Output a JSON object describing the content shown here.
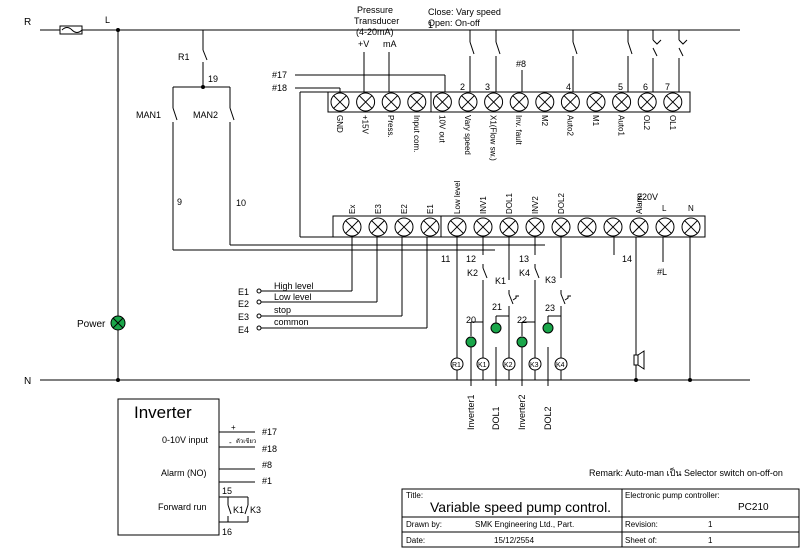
{
  "supply": {
    "line": "R",
    "neutral": "N",
    "live": "L",
    "wire_1": "1"
  },
  "relay": {
    "r1": "R1",
    "r1_node": "19",
    "man1": "MAN1",
    "man2": "MAN2",
    "wire_9": "9",
    "wire_10": "10"
  },
  "transducer": {
    "title_1": "Pressure",
    "title_2": "Transducer",
    "title_3": "(4-20mA)",
    "plus_v": "+V",
    "ma": "mA"
  },
  "mode": {
    "line1": "Close: Vary speed",
    "line2": "Open: On-off"
  },
  "wires": {
    "w17": "#17",
    "w18": "#18",
    "w8": "#8",
    "w2": "2",
    "w3": "3",
    "w4": "4",
    "w5": "5",
    "w6": "6",
    "w7": "7",
    "w11": "11",
    "w12": "12",
    "w13": "13",
    "w14": "14",
    "w20": "20",
    "w21": "21",
    "w22": "22",
    "w23": "23",
    "wL": "#L"
  },
  "top_terminals": [
    "GND",
    "+15V",
    "Press.",
    "Input com.",
    "10V out",
    "Vary speed",
    "X1(Flow sw.)",
    "Inv. fault",
    "M2",
    "Auto2",
    "M1",
    "Auto1",
    "OL2",
    "OL1"
  ],
  "bottom_terminals": [
    "Ex",
    "E3",
    "E2",
    "E1",
    "Low level",
    "INV1",
    "DOL1",
    "INV2",
    "DOL2",
    "",
    "",
    "Alarm",
    "L",
    "N"
  ],
  "bottom_header": "220V",
  "contacts": {
    "k2": "K2",
    "k1": "K1",
    "k4": "K4",
    "k3": "K3"
  },
  "electrodes": [
    {
      "tag": "E1",
      "label": "High level"
    },
    {
      "tag": "E2",
      "label": "Low level"
    },
    {
      "tag": "E3",
      "label": "stop"
    },
    {
      "tag": "E4",
      "label": "common"
    }
  ],
  "power_label": "Power",
  "coils": [
    "R1",
    "K1",
    "K2",
    "K3",
    "K4"
  ],
  "outputs": [
    "Inverter1",
    "DOL1",
    "Inverter2",
    "DOL2"
  ],
  "inverter": {
    "title": "Inverter",
    "input_label": "0-10V input",
    "plus": "+",
    "minus": "-",
    "shield": "ตัวเขียว",
    "alarm": "Alarm (NO)",
    "forward": "Forward run",
    "w17": "#17",
    "w18": "#18",
    "w8": "#8",
    "w1": "#1",
    "n15": "15",
    "n16": "16",
    "k1": "K1",
    "k3": "K3"
  },
  "remark": "Remark: Auto-man เป็น Selector switch on-off-on",
  "titleblock": {
    "title_label": "Title:",
    "title": "Variable speed pump control.",
    "controller_label": "Electronic pump controller:",
    "controller": "PC210",
    "drawn_label": "Drawn by:",
    "drawn": "SMK Engineering Ltd., Part.",
    "revision_label": "Revision:",
    "revision": "1",
    "date_label": "Date:",
    "date": "15/12/2554",
    "sheet_label": "Sheet of:",
    "sheet": "1"
  }
}
